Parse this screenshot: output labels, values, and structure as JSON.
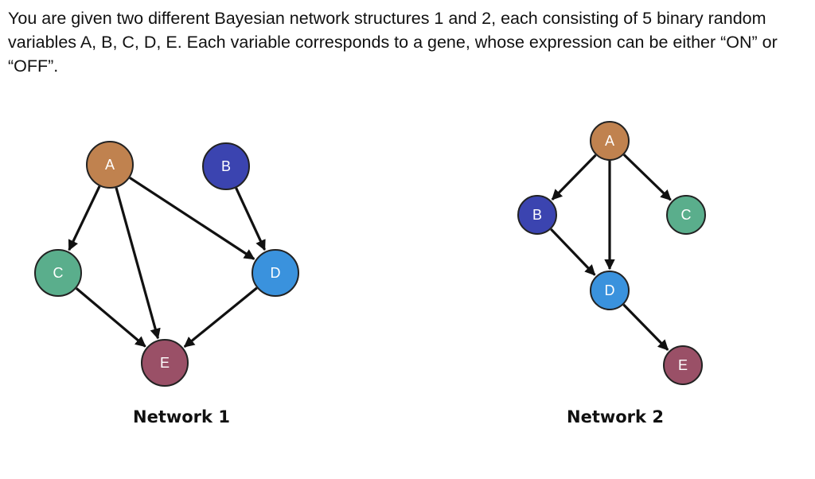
{
  "intro": "You are given two different Bayesian network structures 1 and 2, each consisting of 5 binary random variables A, B, C, D, E. Each variable corresponds to a gene, whose expression can be either “ON” or “OFF”.",
  "colors": {
    "A": "#c0824f",
    "B": "#3b44b0",
    "C": "#5aae8c",
    "D": "#3a92dd",
    "E": "#9a5067"
  },
  "networks": [
    {
      "label": "Network 1",
      "nodes": [
        "A",
        "B",
        "C",
        "D",
        "E"
      ],
      "edges": [
        [
          "A",
          "C"
        ],
        [
          "A",
          "E"
        ],
        [
          "A",
          "D"
        ],
        [
          "B",
          "D"
        ],
        [
          "C",
          "E"
        ],
        [
          "D",
          "E"
        ]
      ]
    },
    {
      "label": "Network 2",
      "nodes": [
        "A",
        "B",
        "C",
        "D",
        "E"
      ],
      "edges": [
        [
          "A",
          "B"
        ],
        [
          "A",
          "C"
        ],
        [
          "A",
          "D"
        ],
        [
          "B",
          "D"
        ],
        [
          "D",
          "E"
        ]
      ]
    }
  ]
}
